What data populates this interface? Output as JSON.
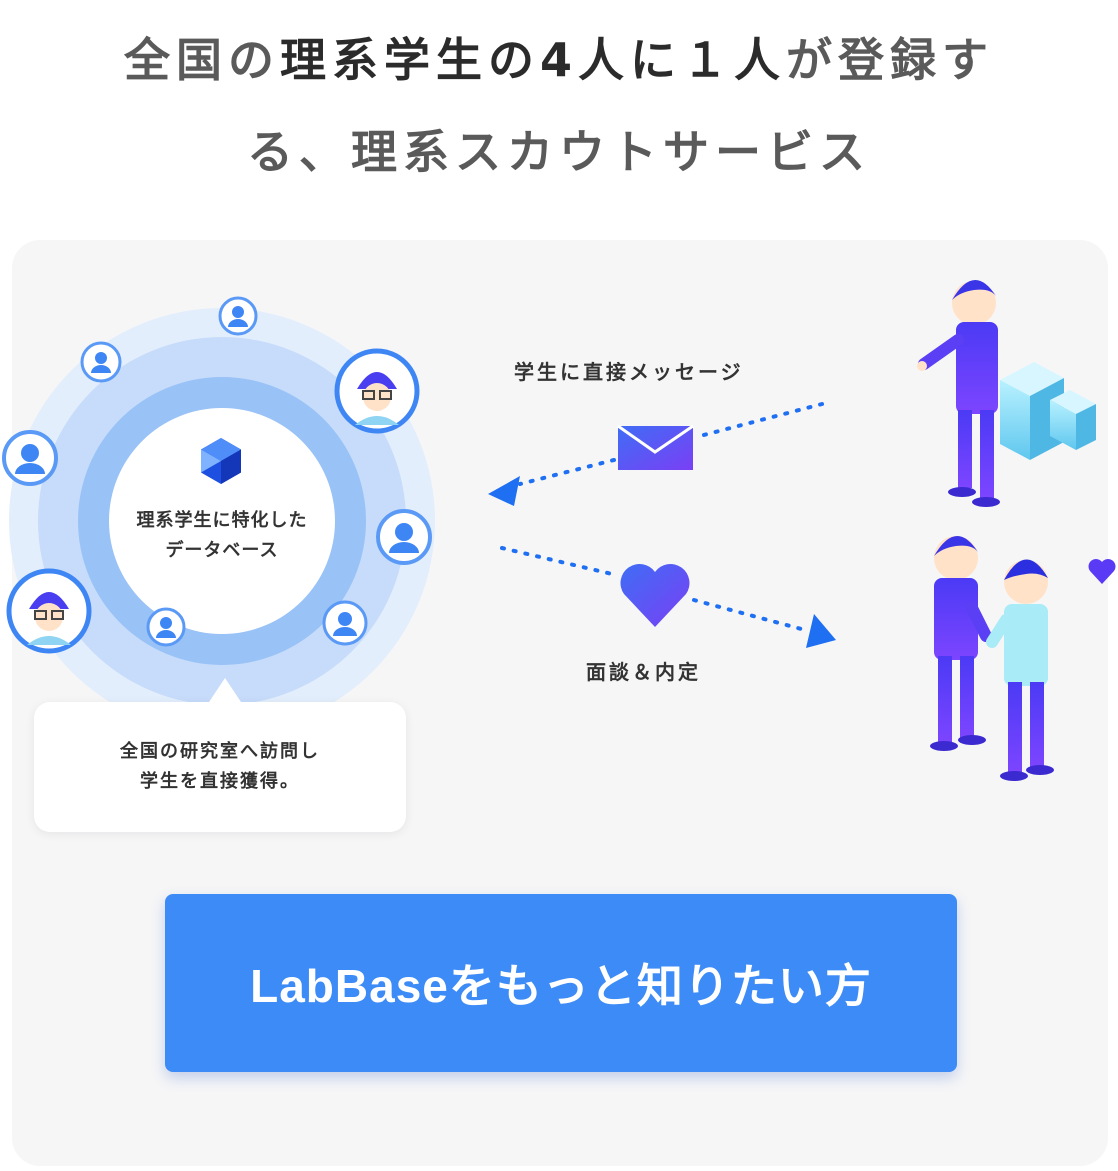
{
  "headline": {
    "line1_pre": "全国の",
    "line1_hl": "理系学生の4人に１人",
    "line1_post": "が登録す",
    "line2": "る、理系スカウトサービス"
  },
  "database": {
    "label_line1": "理系学生に特化した",
    "label_line2": "データベース"
  },
  "callout": {
    "line1": "全国の研究室へ訪問し",
    "line2": "学生を直接獲得。"
  },
  "flow": {
    "message_label": "学生に直接メッセージ",
    "interview_label": "面談＆内定"
  },
  "cta": {
    "label": "LabBaseをもっと知りたい方"
  },
  "colors": {
    "accent": "#3d8bf6",
    "ring_outer": "#dceafc",
    "ring_mid": "#b8d5fa",
    "ring_inner": "#8fbdf6",
    "arrow": "#1f6ff2",
    "purple": "#6a3cf5"
  },
  "icons": [
    "hexagon-logo-icon",
    "envelope-icon",
    "heart-icon",
    "arrow-left-icon",
    "arrow-right-icon",
    "user-avatar-icon",
    "student-avatar-icon",
    "building-icon"
  ]
}
